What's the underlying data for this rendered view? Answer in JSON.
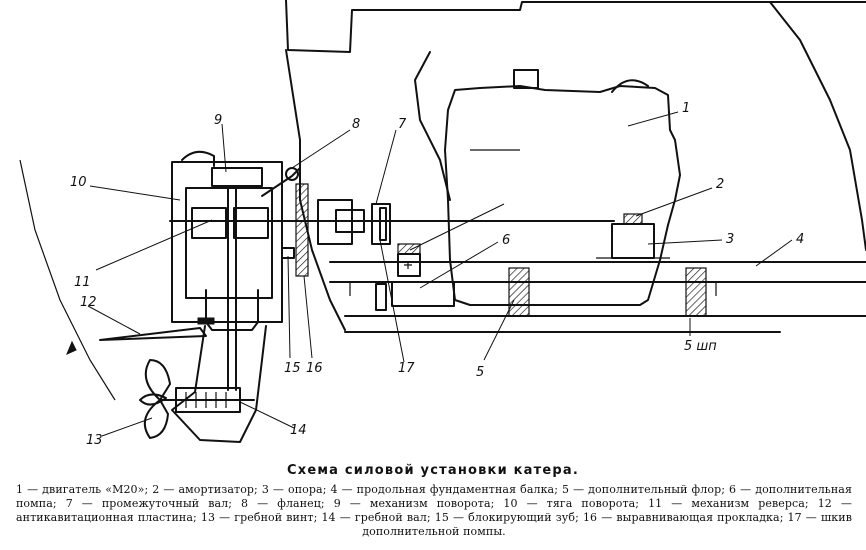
{
  "title": "Схема силовой установки катера.",
  "legend": "1 — двигатель «М20»; 2 — амортизатор; 3 — опора; 4 — продольная фундаментная балка; 5 — дополнительный флор; 6 — дополнительная помпа; 7 — промежуточный вал; 8 — фланец; 9 — механизм поворота; 10 — тяга поворота; 11 — механизм реверса; 12 — антикавитационная пластина; 13 — гребной винт; 14 — гребной вал; 15 — блокирующий зуб; 16 — выравнивающая прокладка; 17 — шкив дополнительной помпы.",
  "callouts": {
    "n1": "1",
    "n2": "2",
    "n3": "3",
    "n4": "4",
    "n5": "5",
    "n6": "6",
    "n7": "7",
    "n8": "8",
    "n9": "9",
    "n10": "10",
    "n11": "11",
    "n12": "12",
    "n13": "13",
    "n14": "14",
    "n15": "15",
    "n16": "16",
    "n17": "17"
  },
  "spacing_label": "5 шп"
}
